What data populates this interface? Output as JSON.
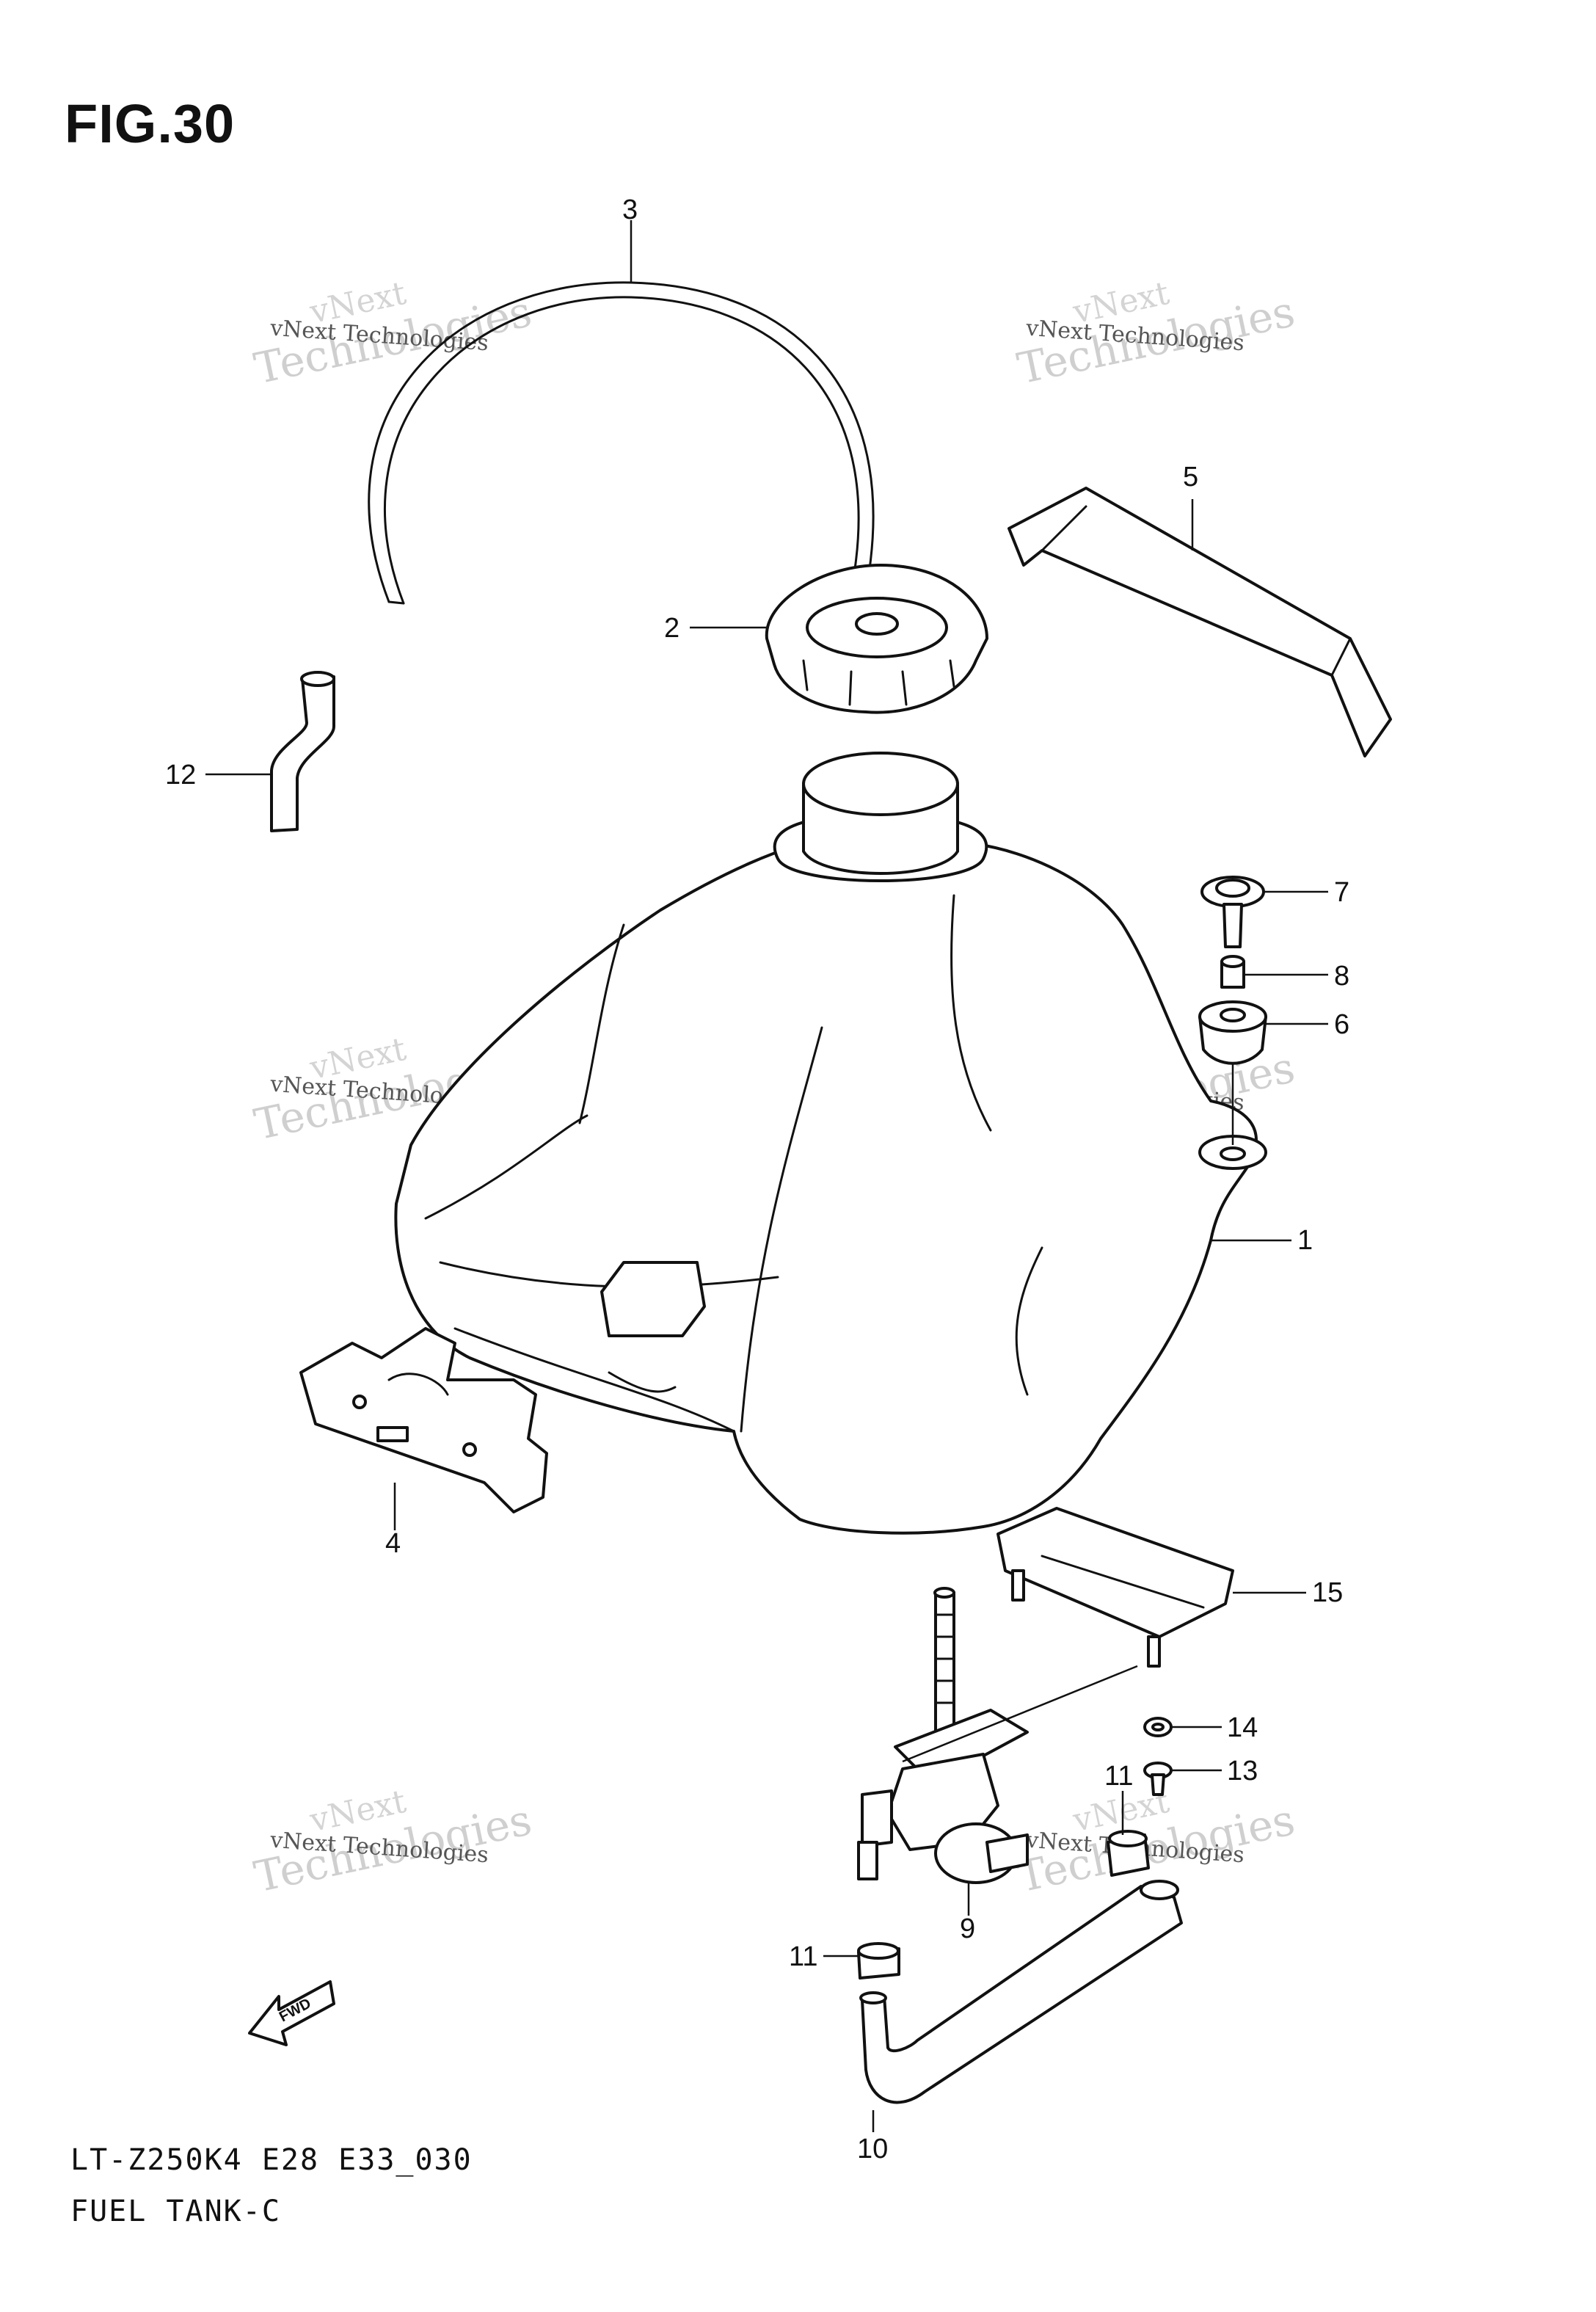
{
  "figure": {
    "title": "FIG.30",
    "model_code": "LT-Z250K4 E28 E33_030",
    "name": "FUEL TANK-C"
  },
  "watermark": {
    "line1": "vNext Technologies",
    "line2": "Technologies",
    "line3": "vNext"
  },
  "callouts": [
    "1",
    "2",
    "3",
    "4",
    "5",
    "6",
    "7",
    "8",
    "9",
    "10",
    "11",
    "11",
    "12",
    "13",
    "14",
    "15"
  ],
  "fwd_label": "FWD"
}
